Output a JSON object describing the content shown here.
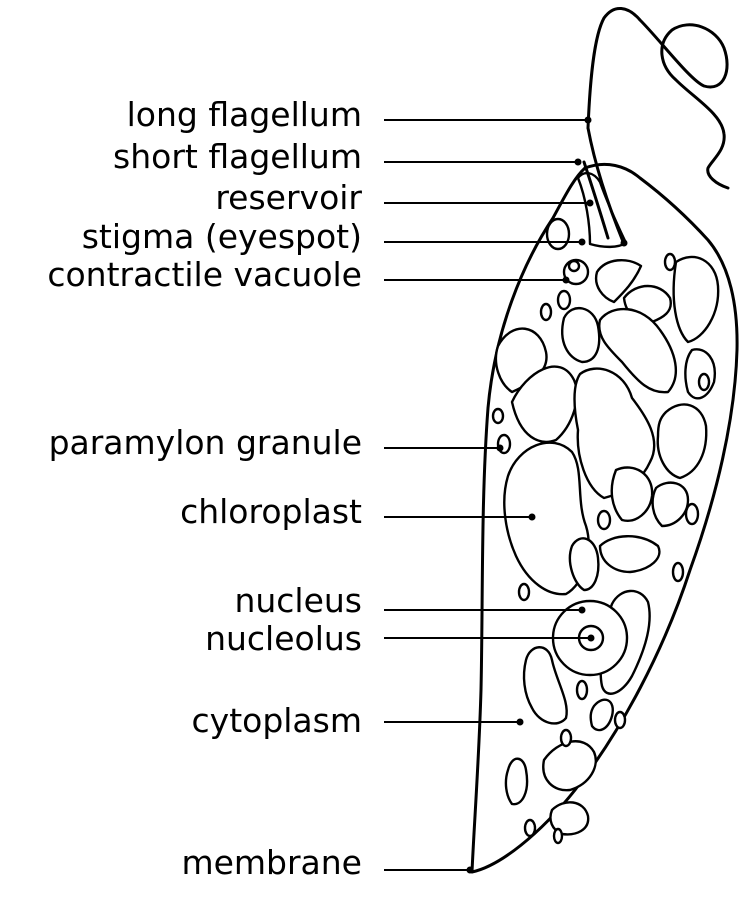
{
  "diagram": {
    "labels": [
      {
        "id": "long-flagellum",
        "text": "long flagellum"
      },
      {
        "id": "short-flagellum",
        "text": "short flagellum"
      },
      {
        "id": "reservoir",
        "text": "reservoir"
      },
      {
        "id": "stigma",
        "text": "stigma (eyespot)"
      },
      {
        "id": "contractile-vacuole",
        "text": "contractile vacuole"
      },
      {
        "id": "paramylon-granule",
        "text": "paramylon granule"
      },
      {
        "id": "chloroplast",
        "text": "chloroplast"
      },
      {
        "id": "nucleus",
        "text": "nucleus"
      },
      {
        "id": "nucleolus",
        "text": "nucleolus"
      },
      {
        "id": "cytoplasm",
        "text": "cytoplasm"
      },
      {
        "id": "membrane",
        "text": "membrane"
      }
    ]
  }
}
